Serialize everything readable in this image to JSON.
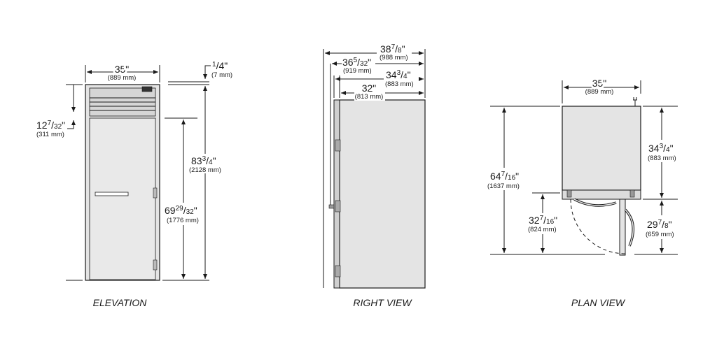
{
  "views": {
    "elevation": {
      "caption": "ELEVATION",
      "width": {
        "whole": "35",
        "unit": "\"",
        "mm": "(889 mm)"
      },
      "gap": {
        "num": "1",
        "den": "4",
        "unit": "\"",
        "mm": "(7 mm)"
      },
      "top_section": {
        "whole": "12",
        "num": "7",
        "den": "32",
        "unit": "\"",
        "mm": "(311 mm)"
      },
      "height": {
        "whole": "83",
        "num": "3",
        "den": "4",
        "unit": "\"",
        "mm": "(2128 mm)"
      },
      "door_height": {
        "whole": "69",
        "num": "29",
        "den": "32",
        "unit": "\"",
        "mm": "(1776 mm)"
      }
    },
    "right": {
      "caption": "RIGHT VIEW",
      "overall_depth": {
        "whole": "38",
        "num": "7",
        "den": "8",
        "unit": "\"",
        "mm": "(988 mm)"
      },
      "depth_2": {
        "whole": "36",
        "num": "5",
        "den": "32",
        "unit": "\"",
        "mm": "(919 mm)"
      },
      "depth_3": {
        "whole": "34",
        "num": "3",
        "den": "4",
        "unit": "\"",
        "mm": "(883 mm)"
      },
      "cabinet_depth": {
        "whole": "32",
        "unit": "\"",
        "mm": "(813 mm)"
      }
    },
    "plan": {
      "caption": "PLAN VIEW",
      "width": {
        "whole": "35",
        "unit": "\"",
        "mm": "(889 mm)"
      },
      "depth": {
        "whole": "34",
        "num": "3",
        "den": "4",
        "unit": "\"",
        "mm": "(883 mm)"
      },
      "door_swing_total": {
        "whole": "64",
        "num": "7",
        "den": "16",
        "unit": "\"",
        "mm": "(1637 mm)"
      },
      "door_swing": {
        "whole": "32",
        "num": "7",
        "den": "16",
        "unit": "\"",
        "mm": "(824 mm)"
      },
      "door_open": {
        "whole": "29",
        "num": "7",
        "den": "8",
        "unit": "\"",
        "mm": "(659 mm)"
      }
    }
  }
}
